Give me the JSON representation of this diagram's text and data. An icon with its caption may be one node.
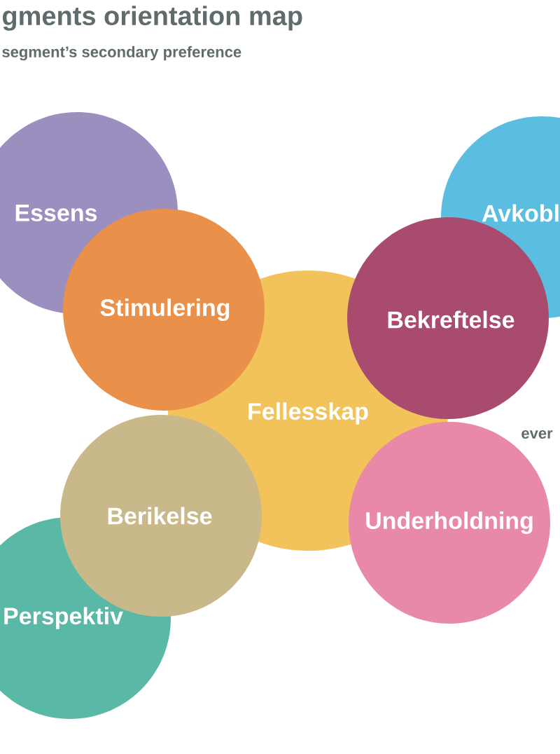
{
  "diagram": {
    "title": "gments orientation map",
    "nodes": [
      {
        "text": [
          "Essens"
        ]
      },
      {
        "text": [
          "Avkobl"
        ]
      },
      {
        "text": [
          "Stimulering"
        ]
      },
      {
        "text": [
          "Bekreftelse"
        ]
      },
      {
        "text": [
          "Fellesskap"
        ]
      },
      {
        "text": [
          "Berikelse"
        ]
      },
      {
        "text": [
          "Underholdning"
        ]
      },
      {
        "text": [
          "Perspektiv"
        ]
      }
    ],
    "labels": [
      "segment’s secondary preference",
      "ever"
    ]
  }
}
